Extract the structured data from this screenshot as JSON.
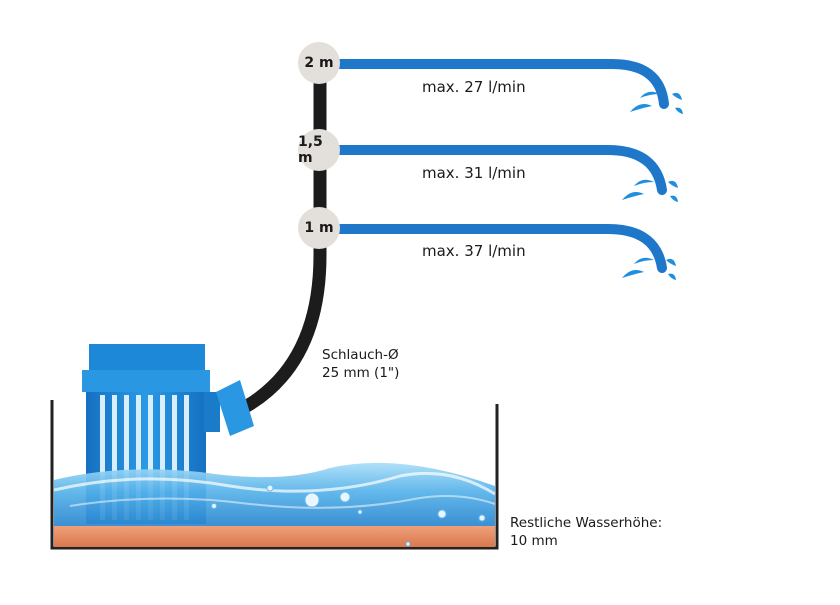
{
  "levels": [
    {
      "height": "2 m",
      "flow": "max. 27 l/min"
    },
    {
      "height": "1,5 m",
      "flow": "max. 31 l/min"
    },
    {
      "height": "1 m",
      "flow": "max. 37 l/min"
    }
  ],
  "hose": {
    "line1": "Schlauch-Ø",
    "line2": "25 mm (1\")"
  },
  "residual": {
    "line1": "Restliche Wasserhöhe:",
    "line2": "10 mm"
  },
  "colors": {
    "hose_blue": "#1f77c9",
    "pump_blue": "#1e88d8",
    "pipe_dark": "#1c1c1c",
    "badge": "#e3e0db",
    "water_light": "#8fd0f4",
    "water_deep": "#1f7fd0",
    "sediment": "#e38a64"
  }
}
